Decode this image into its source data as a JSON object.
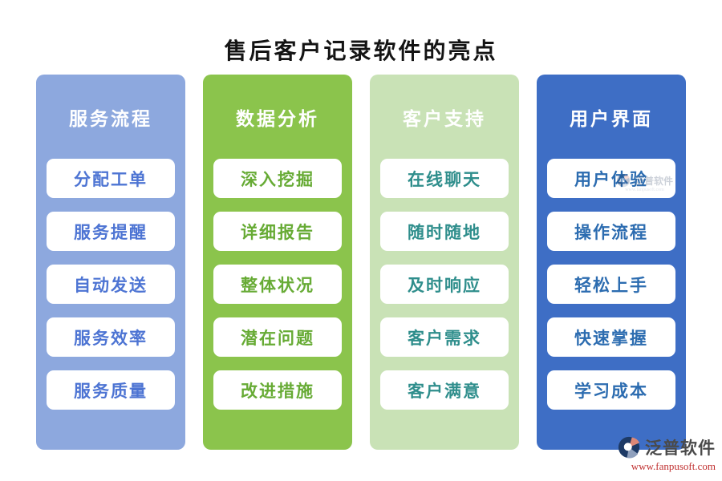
{
  "page": {
    "title": "售后客户记录软件的亮点"
  },
  "columns": [
    {
      "header": "服务流程",
      "bg": "#8da8de",
      "text_color": "#4d74d3",
      "items": [
        "分配工单",
        "服务提醒",
        "自动发送",
        "服务效率",
        "服务质量"
      ]
    },
    {
      "header": "数据分析",
      "bg": "#8bc44c",
      "text_color": "#67ab35",
      "items": [
        "深入挖掘",
        "详细报告",
        "整体状况",
        "潜在问题",
        "改进措施"
      ]
    },
    {
      "header": "客户支持",
      "bg": "#c9e2b6",
      "text_color": "#2f8e8c",
      "items": [
        "在线聊天",
        "随时随地",
        "及时响应",
        "客户需求",
        "客户满意"
      ]
    },
    {
      "header": "用户界面",
      "bg": "#3e6ec5",
      "text_color": "#2c6cb0",
      "items": [
        "用户体验",
        "操作流程",
        "轻松上手",
        "快速掌握",
        "学习成本"
      ]
    }
  ],
  "watermark": {
    "brand": "泛普软件",
    "url": "www.fanpusoft.com",
    "brand_color": "#4a4a4a",
    "url_color": "#c03030",
    "logo_colors": {
      "navy": "#1d3a66",
      "salmon": "#dd8877",
      "gray_blue": "#8fa0bd"
    }
  }
}
